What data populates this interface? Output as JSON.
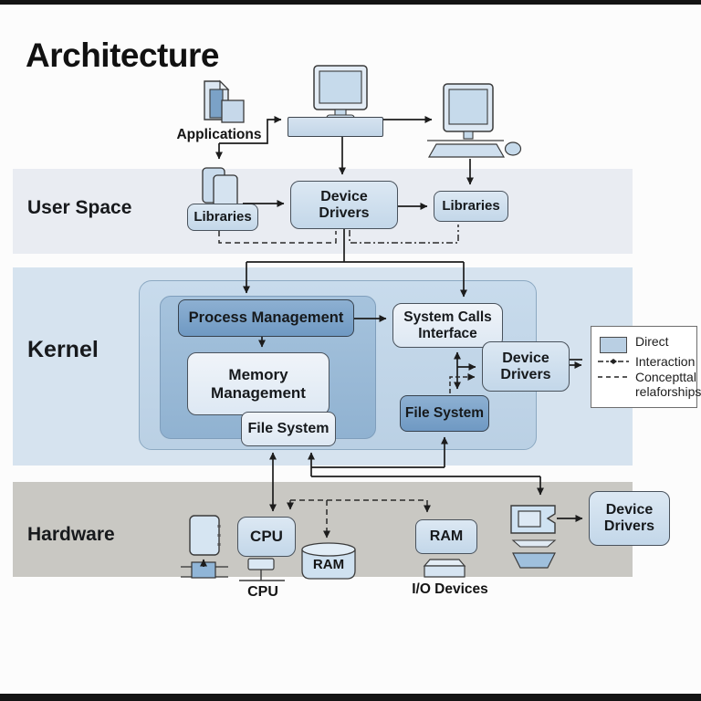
{
  "title": "Architecture",
  "bands": {
    "user_space": {
      "label": "User Space"
    },
    "kernel": {
      "label": "Kernel"
    },
    "hardware": {
      "label": "Hardware"
    }
  },
  "user_space": {
    "applications_caption": "Applications",
    "libraries_left": "Libraries",
    "device_drivers": "Device Drivers",
    "libraries_right": "Libraries"
  },
  "kernel": {
    "process_management": "Process Management",
    "memory_management": "Memory Management",
    "file_system_main": "File System",
    "system_calls_interface": "System Calls Interface",
    "device_drivers": "Device Drivers",
    "file_system_secondary": "File System"
  },
  "hardware": {
    "cpu_box": "CPU",
    "cpu_caption": "CPU",
    "ram_cylinder": "RAM",
    "ram_box": "RAM",
    "io_devices_caption": "I/O Devices",
    "device_drivers": "Device Drivers"
  },
  "legend": {
    "direct": "Direct",
    "interaction": "Interaction",
    "conceptual": "Concepttal relaforships"
  },
  "icons": [
    "documents-icon",
    "books-icon",
    "monitor-icon",
    "platform-bar",
    "desktop-computer-icon",
    "chip-card-icon",
    "socket-icon",
    "cpu-chip-pin-icon",
    "ram-cylinder-icon",
    "io-tray-icon",
    "laptop-icon"
  ],
  "colors": {
    "user_space_band": "#e9ecf2",
    "kernel_band": "#d6e3ef",
    "hardware_band": "#c9c8c3",
    "box_light_blue": "#c9dbec",
    "box_dark_blue": "#7099c4",
    "legend_swatch": "#b9cfe3",
    "line": "#1c1c1c"
  }
}
